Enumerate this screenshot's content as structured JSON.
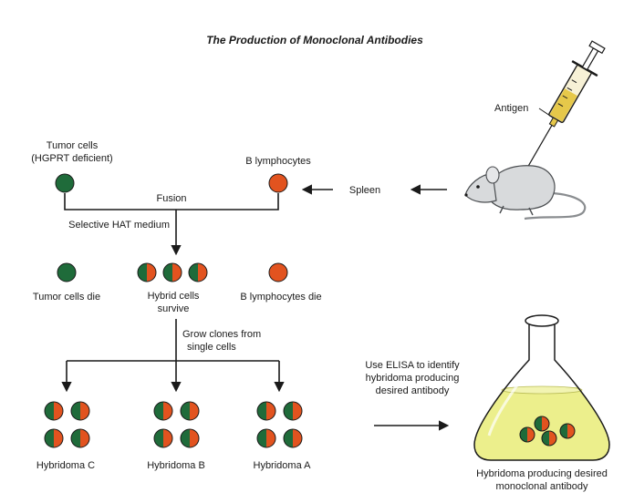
{
  "title": "The Production of Monoclonal Antibodies",
  "labels": {
    "antigen": "Antigen",
    "spleen": "Spleen",
    "b_lymphocytes": "B lymphocytes",
    "tumor_cells": "Tumor cells",
    "tumor_cells_sub": "(HGPRT deficient)",
    "fusion": "Fusion",
    "selective_hat": "Selective HAT medium",
    "tumor_cells_die": "Tumor cells die",
    "hybrid_cells_1": "Hybrid cells",
    "hybrid_cells_2": "survive",
    "b_lymphocytes_die": "B lymphocytes die",
    "grow_clones_1": "Grow clones from",
    "grow_clones_2": "single cells",
    "elisa_1": "Use ELISA to identify",
    "elisa_2": "hybridoma producing",
    "elisa_3": "desired antibody",
    "hybridoma_a": "Hybridoma A",
    "hybridoma_b": "Hybridoma B",
    "hybridoma_c": "Hybridoma C",
    "flask_1": "Hybridoma producing desired",
    "flask_2": "monoclonal antibody"
  },
  "colors": {
    "tumor_green": "#1f6b3a",
    "b_orange": "#e2531f",
    "medium_yellow": "#ecef8c",
    "syringe_yellow": "#e6c84a",
    "mouse_grey": "#d8dadc"
  }
}
